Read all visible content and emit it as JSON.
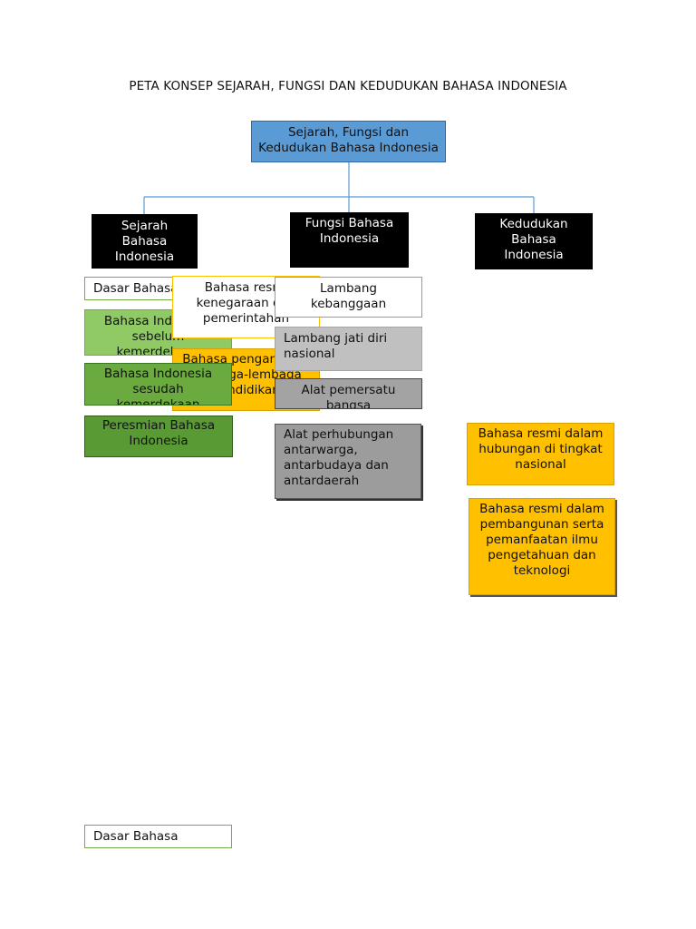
{
  "title": "PETA KONSEP SEJARAH, FUNGSI DAN KEDUDUKAN BAHASA INDONESIA",
  "root": "Sejarah, Fungsi dan Kedudukan Bahasa Indonesia",
  "branches": {
    "sejarah": "Sejarah Bahasa Indonesia",
    "fungsi": "Fungsi Bahasa Indonesia",
    "kedudukan": "Kedudukan Bahasa Indonesia"
  },
  "sejarah_items": [
    "Dasar Bahasa",
    "Bahasa Indonesia sebelum kemerdekaan",
    "Bahasa Indonesia sesudah kemerdekaan",
    "Peresmian Bahasa Indonesia"
  ],
  "overlap_boxes": {
    "resmi_kenegaraan": "Bahasa resmi kenegaraan dan pemerintahan",
    "pengantar": "Bahasa pengantar di lembaga-lembaga pendidikan"
  },
  "fungsi_items": [
    "Lambang kebanggaan",
    "Lambang jati diri nasional",
    "Alat pemersatu bangsa",
    "Alat perhubungan antarwarga, antarbudaya dan antardaerah"
  ],
  "kedudukan_items": [
    "Bahasa resmi dalam hubungan di tingkat nasional",
    "Bahasa resmi dalam pembangunan serta pemanfaatan ilmu pengetahuan dan teknologi"
  ],
  "footer_item": "Dasar Bahasa",
  "colors": {
    "root": "#5b9bd5",
    "connector": "#5b9bd5",
    "branch": "#000000",
    "green": "#70ad47",
    "yellow": "#ffc000",
    "gray": "#a3a3a3"
  }
}
